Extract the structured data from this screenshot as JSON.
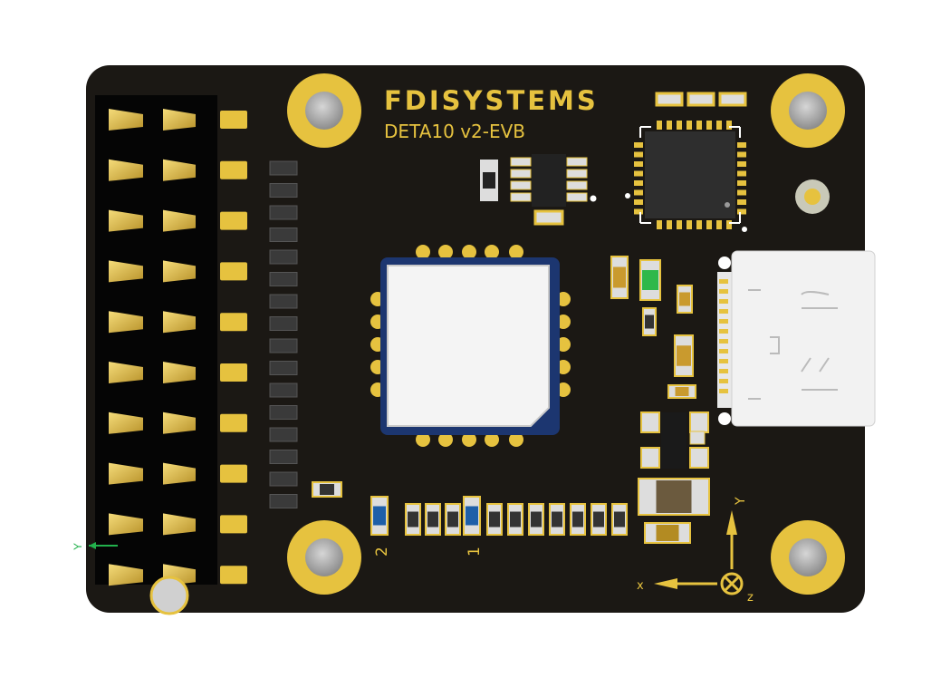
{
  "board": {
    "brand": "FDISYSTEMS",
    "name": "DETA10 v2-EVB",
    "label_pin2": "2",
    "label_pin1": "1"
  },
  "axes": {
    "x": "x",
    "y": "Y",
    "z": "z",
    "origin_y": "Y"
  },
  "colors": {
    "pcb": "#1b1814",
    "gold": "#e6c23f",
    "module_border": "#1c3670",
    "module_body": "#f4f4f4",
    "led": "#2fb84a",
    "cap_blue": "#1e5fa8",
    "usb_shell": "#f2f2f2"
  }
}
